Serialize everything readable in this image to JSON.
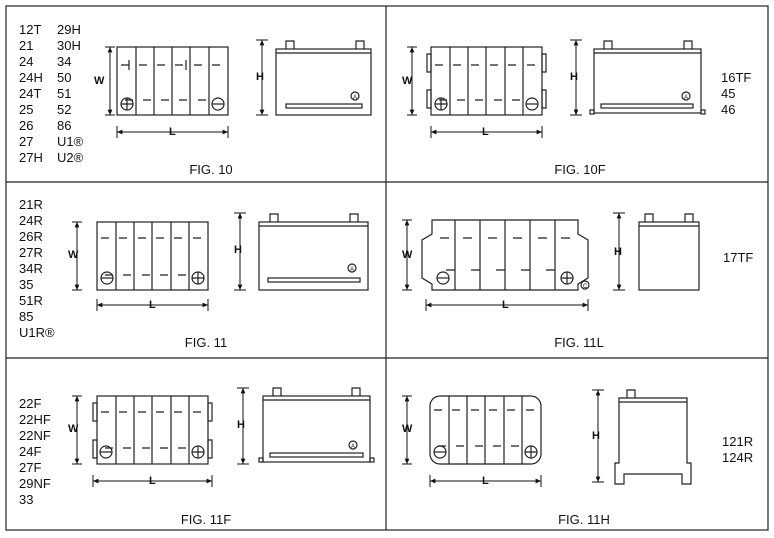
{
  "dimension_labels": {
    "width": "W",
    "height": "H",
    "length": "L"
  },
  "panels": [
    {
      "figure": "FIG. 10",
      "groups_col1": [
        "12T",
        "21",
        "24",
        "24H",
        "24T",
        "25",
        "26",
        "27",
        "27H"
      ],
      "groups_col2": [
        "29H",
        "30H",
        "34",
        "50",
        "51",
        "52",
        "86",
        "U1®",
        "U2®"
      ]
    },
    {
      "figure": "FIG. 10F",
      "groups": [
        "16TF",
        "45",
        "46"
      ]
    },
    {
      "figure": "FIG. 11",
      "groups": [
        "21R",
        "24R",
        "26R",
        "27R",
        "34R",
        "35",
        "51R",
        "85",
        "U1R®"
      ]
    },
    {
      "figure": "FIG. 11L",
      "groups": [
        "17TF"
      ]
    },
    {
      "figure": "FIG. 11F",
      "groups": [
        "22F",
        "22HF",
        "22NF",
        "24F",
        "27F",
        "29NF",
        "33"
      ]
    },
    {
      "figure": "FIG. 11H",
      "groups": [
        "121R",
        "124R"
      ]
    }
  ],
  "marks": {
    "terminal_positive": "⊕",
    "terminal_negative": "⊖",
    "badge_a": "A",
    "badge_c": "C"
  }
}
